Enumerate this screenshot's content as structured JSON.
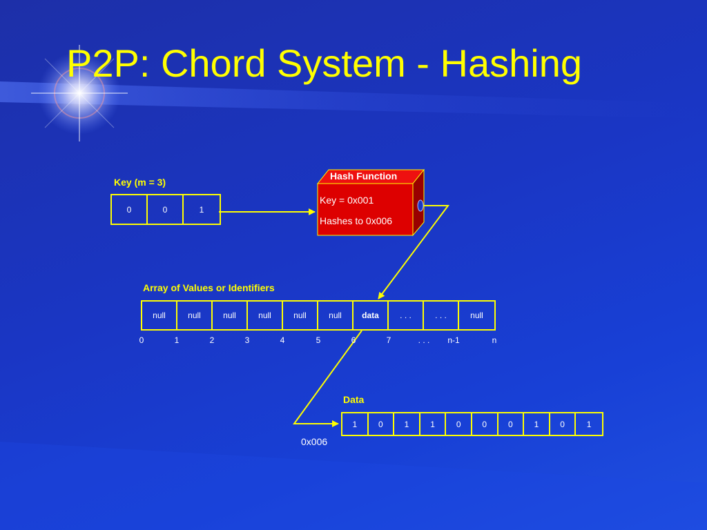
{
  "slide": {
    "title": "P2P: Chord System - Hashing"
  },
  "key": {
    "label": "Key (m = 3)",
    "cells": [
      "0",
      "0",
      "1"
    ]
  },
  "hash_function": {
    "title": "Hash Function",
    "line1": "Key = 0x001",
    "line2": "Hashes to 0x006",
    "color": "#dd0000"
  },
  "array": {
    "label": "Array of Values or Identifiers",
    "cells": [
      "null",
      "null",
      "null",
      "null",
      "null",
      "null",
      "data",
      ". . .",
      ". . .",
      "null"
    ],
    "indices": [
      "0",
      "1",
      "2",
      "3",
      "4",
      "5",
      "6",
      "7",
      ". . .",
      "n-1",
      "n"
    ]
  },
  "data": {
    "label": "Data",
    "bits": [
      "1",
      "0",
      "1",
      "1",
      "0",
      "0",
      "0",
      "1",
      "0",
      "1"
    ],
    "address": "0x006"
  },
  "colors": {
    "accent": "#ffff00",
    "text": "#ffffff",
    "background": "#1a36c4"
  }
}
